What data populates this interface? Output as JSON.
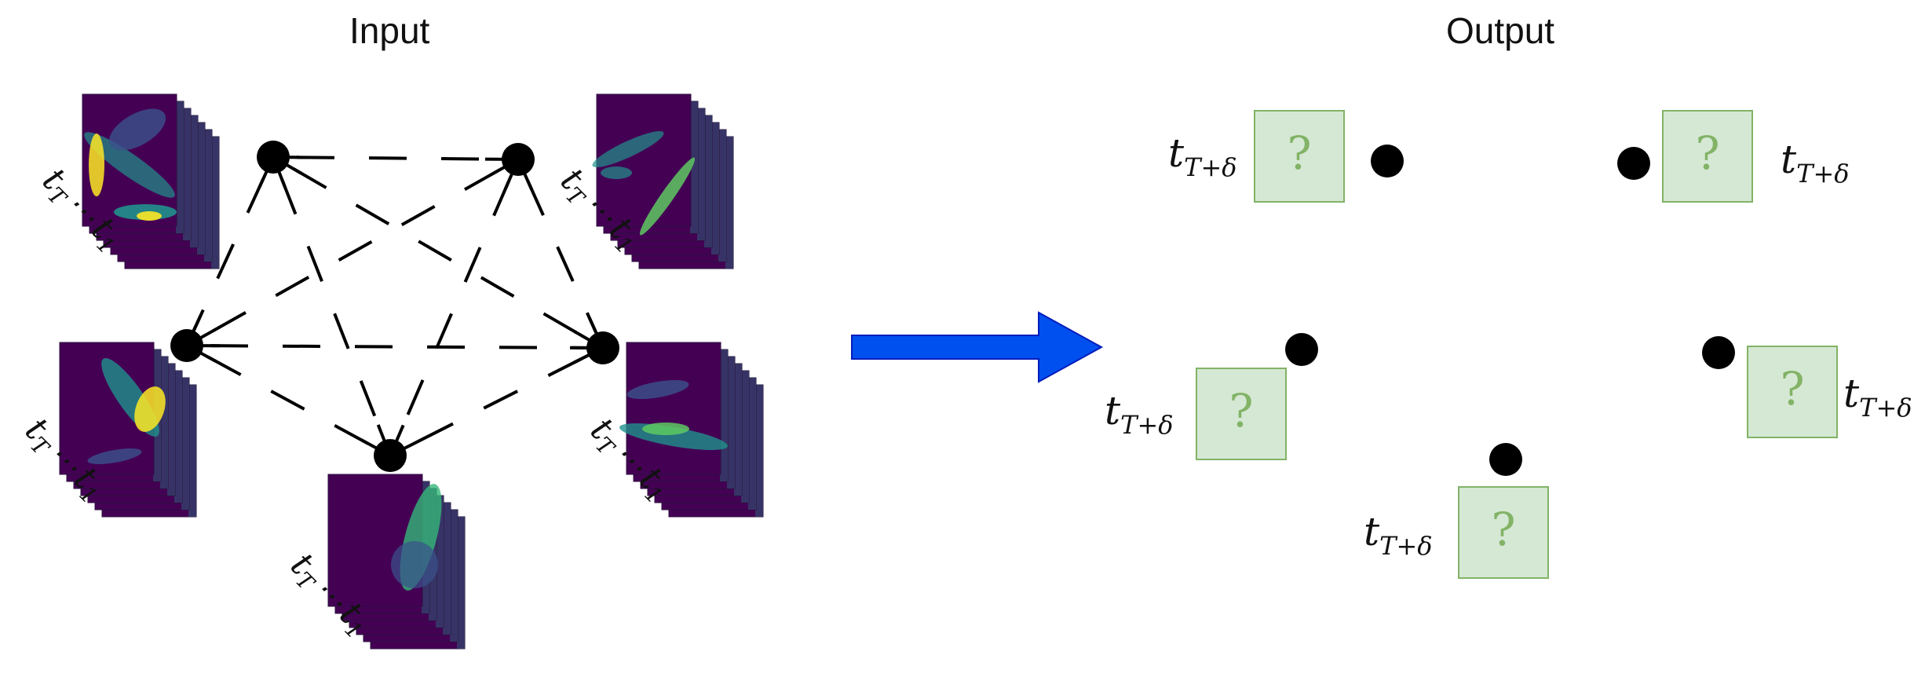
{
  "titles": {
    "input": "Input",
    "output": "Output"
  },
  "input_time_label": {
    "main": "t",
    "sub_start": "T",
    "dots": "⋯",
    "sub_end": "1"
  },
  "output_time_label": {
    "main": "t",
    "sub": "T+δ"
  },
  "output_placeholder": "?",
  "colors": {
    "node": "#000000",
    "edge": "#000000",
    "arrow_fill": "#0050ef",
    "arrow_stroke": "#001dbc",
    "placeholder_fill": "#d5e8d4",
    "placeholder_stroke": "#82b366",
    "placeholder_text": "#82b366",
    "heatmap_base": "#440154",
    "heatmap_mid": "#21918c",
    "heatmap_high": "#fde725"
  },
  "icons": {
    "input_node": "circle",
    "output_node": "circle",
    "arrow": "right-block-arrow"
  }
}
